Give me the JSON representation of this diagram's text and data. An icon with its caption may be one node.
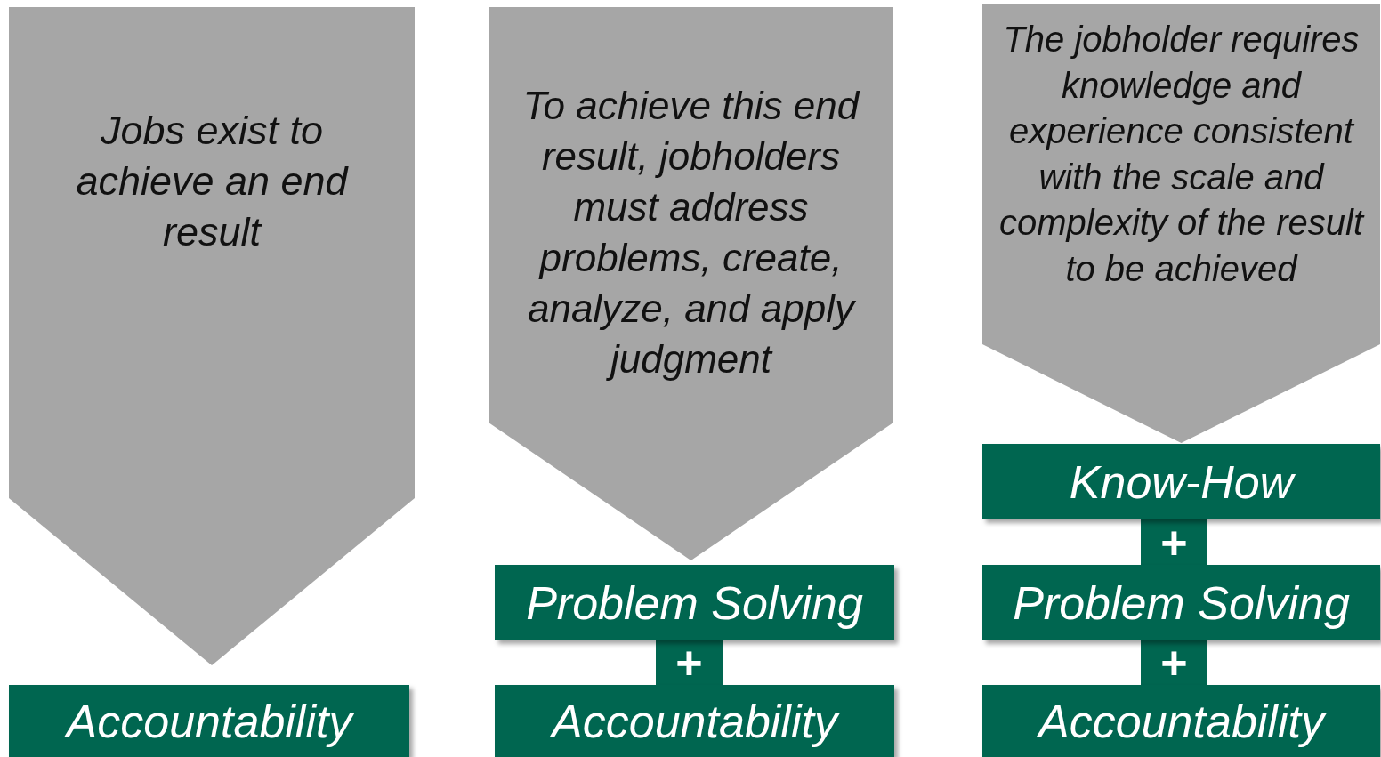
{
  "diagram": {
    "nodes": [
      {
        "text": [
          "Jobs exist to achieve an end result"
        ]
      },
      {
        "text": [
          "Accountability"
        ]
      },
      {
        "text": [
          "To achieve this end result, jobholders must address problems, create, analyze, and apply judgment"
        ]
      },
      {
        "text": [
          "Problem Solving"
        ]
      },
      {
        "text": [
          "+"
        ]
      },
      {
        "text": [
          "Accountability"
        ]
      },
      {
        "text": [
          "The jobholder requires knowledge and experience consistent with the scale and complexity of the result to be achieved"
        ]
      },
      {
        "text": [
          "Know-How"
        ]
      },
      {
        "text": [
          "+"
        ]
      },
      {
        "text": [
          "Problem Solving"
        ]
      },
      {
        "text": [
          "+"
        ]
      },
      {
        "text": [
          "Accountability"
        ]
      }
    ]
  }
}
